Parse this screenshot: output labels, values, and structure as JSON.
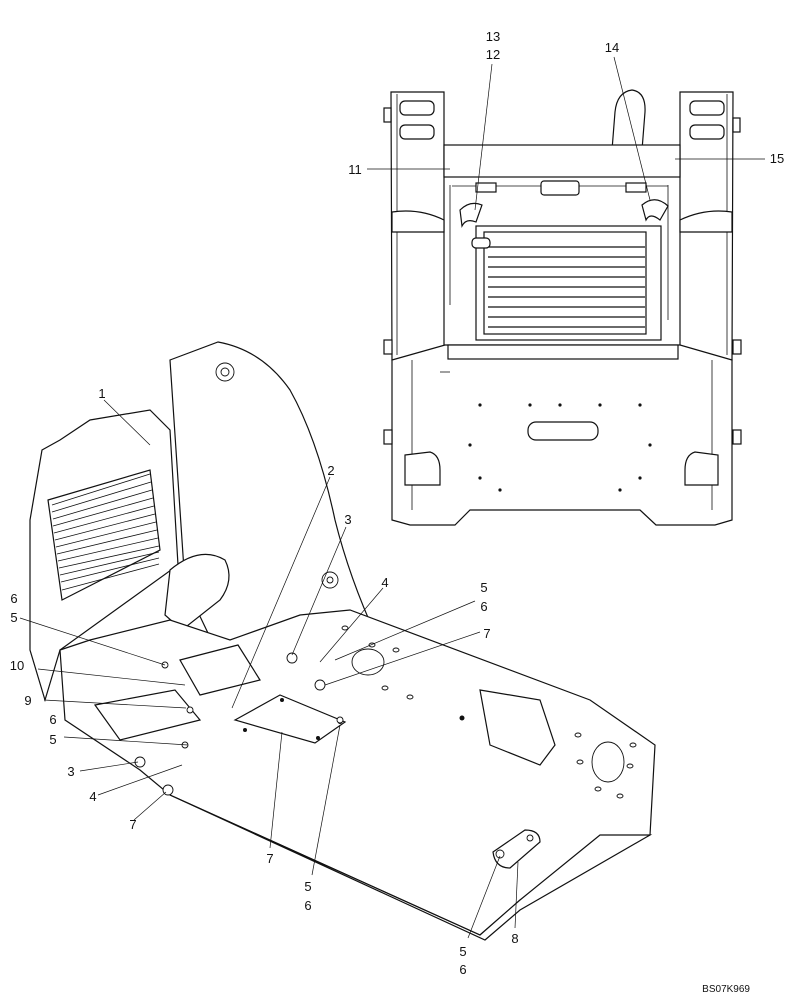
{
  "drawing": {
    "reference": "BS07K969",
    "callouts": [
      "1",
      "2",
      "3",
      "4",
      "5",
      "6",
      "7",
      "8",
      "9",
      "10",
      "11",
      "12",
      "13",
      "14",
      "15"
    ]
  },
  "callout_labels": {
    "top_13": "13",
    "top_12": "12",
    "top_14": "14",
    "top_11": "11",
    "top_15": "15",
    "l_1": "1",
    "l_2": "2",
    "l_3_upper": "3",
    "l_4_upper": "4",
    "l_5_right": "5",
    "l_6_right": "6",
    "l_7_right": "7",
    "l_6_left": "6",
    "l_5_left": "5",
    "l_10": "10",
    "l_9": "9",
    "l_6_mid": "6",
    "l_5_mid": "5",
    "l_3_lower": "3",
    "l_4_lower": "4",
    "l_7_lower": "7",
    "l_7_bottom": "7",
    "l_5_bottom": "5",
    "l_6_bottom": "6",
    "l_8": "8",
    "l_5_corner": "5",
    "l_6_corner": "6"
  }
}
